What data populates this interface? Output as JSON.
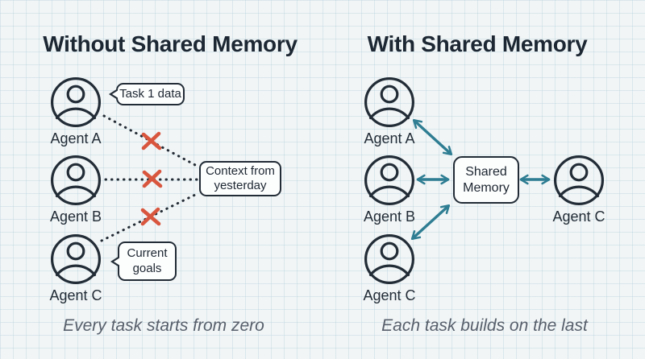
{
  "left": {
    "title": "Without Shared Memory",
    "agents": [
      {
        "label": "Agent A"
      },
      {
        "label": "Agent B"
      },
      {
        "label": "Agent C"
      }
    ],
    "bubbles": {
      "task": "Task 1 data",
      "context": "Context from yesterday",
      "goals": "Current goals"
    },
    "caption": "Every task starts from zero"
  },
  "right": {
    "title": "With Shared Memory",
    "agents": [
      {
        "label": "Agent A"
      },
      {
        "label": "Agent B"
      },
      {
        "label": "Agent C"
      },
      {
        "label": "Agent C"
      }
    ],
    "memory_label": "Shared Memory",
    "caption": "Each task builds on the last"
  },
  "icons": {
    "agent": "person-icon",
    "blocked_link": "cross-icon",
    "sync_link": "double-arrow-icon",
    "isolated_link": "dotted-line"
  },
  "colors": {
    "background": "#f1f5f6",
    "grid_line": "#d9e6ea",
    "ink": "#222c36",
    "heading": "#1c2733",
    "arrow_teal": "#2e7d92",
    "cross_red": "#d9563e",
    "caption_gray": "#575f6b",
    "box_fill": "#fcfdfd"
  }
}
